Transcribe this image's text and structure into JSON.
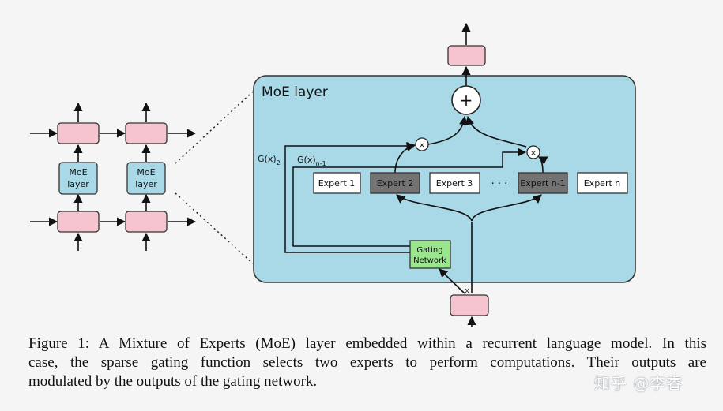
{
  "figure": {
    "panel_title": "MoE layer",
    "left_cells": [
      {
        "label_line1": "MoE",
        "label_line2": "layer"
      },
      {
        "label_line1": "MoE",
        "label_line2": "layer"
      }
    ],
    "gate_labels": {
      "g2_main": "G(x)",
      "g2_sub": "2",
      "gn1_main": "G(x)",
      "gn1_sub": "n-1"
    },
    "experts": [
      "Expert 1",
      "Expert 2",
      "Expert 3",
      "Expert n-1",
      "Expert n"
    ],
    "selected_experts": [
      "Expert 2",
      "Expert n-1"
    ],
    "ellipsis": "· · ·",
    "sum_symbol": "+",
    "multiply_symbol": "×",
    "gating_network": {
      "line1": "Gating",
      "line2": "Network"
    },
    "input_label": "x",
    "colors": {
      "panel_fill": "#a9d8e6",
      "pink_block": "#f5c4cf",
      "moe_cell": "#a9d8e6",
      "expert_selected": "#737373",
      "gating_fill": "#9be58f"
    }
  },
  "caption": {
    "line1": "Figure 1: A Mixture of Experts (MoE) layer embedded within a recurrent language model. In this",
    "line2": "case, the sparse gating function selects two experts to perform computations.  Their outputs are",
    "line3": "modulated by the outputs of the gating network."
  },
  "watermark": "知乎 @李睿"
}
